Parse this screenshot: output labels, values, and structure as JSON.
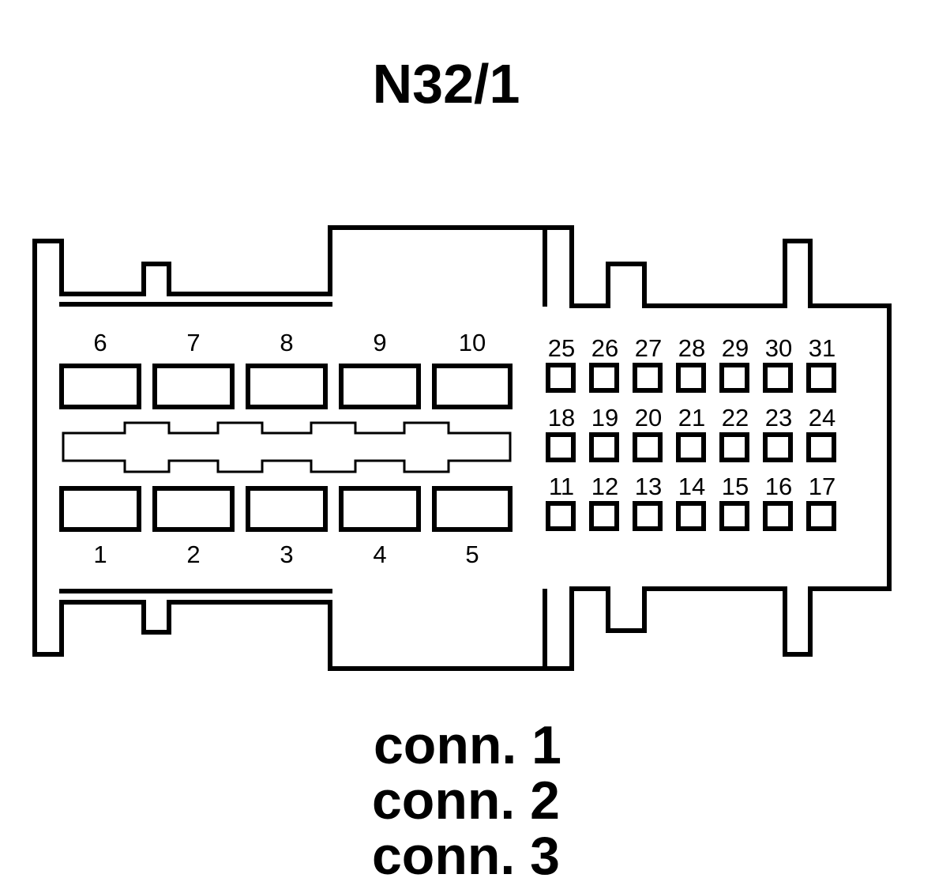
{
  "title": "N32/1",
  "connector_labels": [
    "conn. 1",
    "conn. 2",
    "conn. 3"
  ],
  "large_pins_top": [
    "6",
    "7",
    "8",
    "9",
    "10"
  ],
  "large_pins_bottom": [
    "1",
    "2",
    "3",
    "4",
    "5"
  ],
  "small_pins_row1": [
    "25",
    "26",
    "27",
    "28",
    "29",
    "30",
    "31"
  ],
  "small_pins_row2": [
    "18",
    "19",
    "20",
    "21",
    "22",
    "23",
    "24"
  ],
  "small_pins_row3": [
    "11",
    "12",
    "13",
    "14",
    "15",
    "16",
    "17"
  ]
}
